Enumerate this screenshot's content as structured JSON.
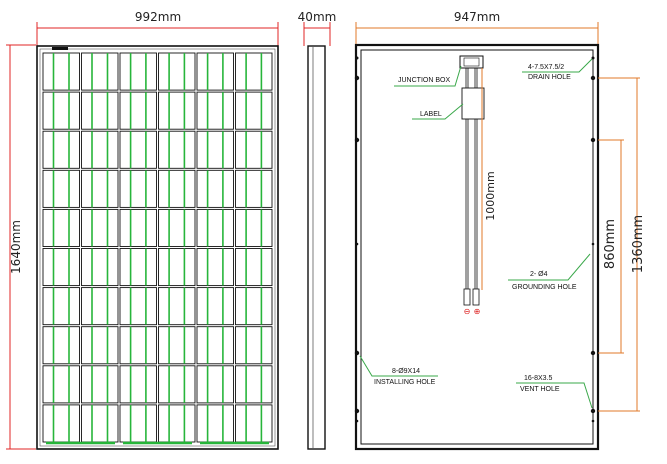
{
  "front_view": {
    "width_label": "992mm",
    "height_label": "1640mm",
    "cell_columns": 6,
    "cell_rows": 10
  },
  "side_view": {
    "thickness_label": "40mm"
  },
  "rear_view": {
    "width_label": "947mm",
    "hole_spacing_outer_label": "1360mm",
    "hole_spacing_inner_label": "860mm",
    "cable_length_label": "1000mm",
    "callouts": {
      "junction_box": "JUNCTION BOX",
      "label": "LABEL",
      "drain_hole_spec": "4-7.5X7.5/2",
      "drain_hole": "DRAIN HOLE",
      "grounding_hole_spec": "2- Ø4",
      "grounding_hole": "GROUNDING HOLE",
      "installing_hole_spec": "8-Ø9X14",
      "installing_hole": "INSTALLING HOLE",
      "vent_hole_spec": "16-8X3.5",
      "vent_hole": "VENT HOLE"
    },
    "connector_minus": "⊖",
    "connector_plus": "⊕"
  },
  "colors": {
    "dimension_red": "#e02424",
    "dimension_orange": "#e0782a",
    "cell_green": "#27b53a",
    "leader_green": "#3aa84a",
    "frame_black": "#111111"
  }
}
